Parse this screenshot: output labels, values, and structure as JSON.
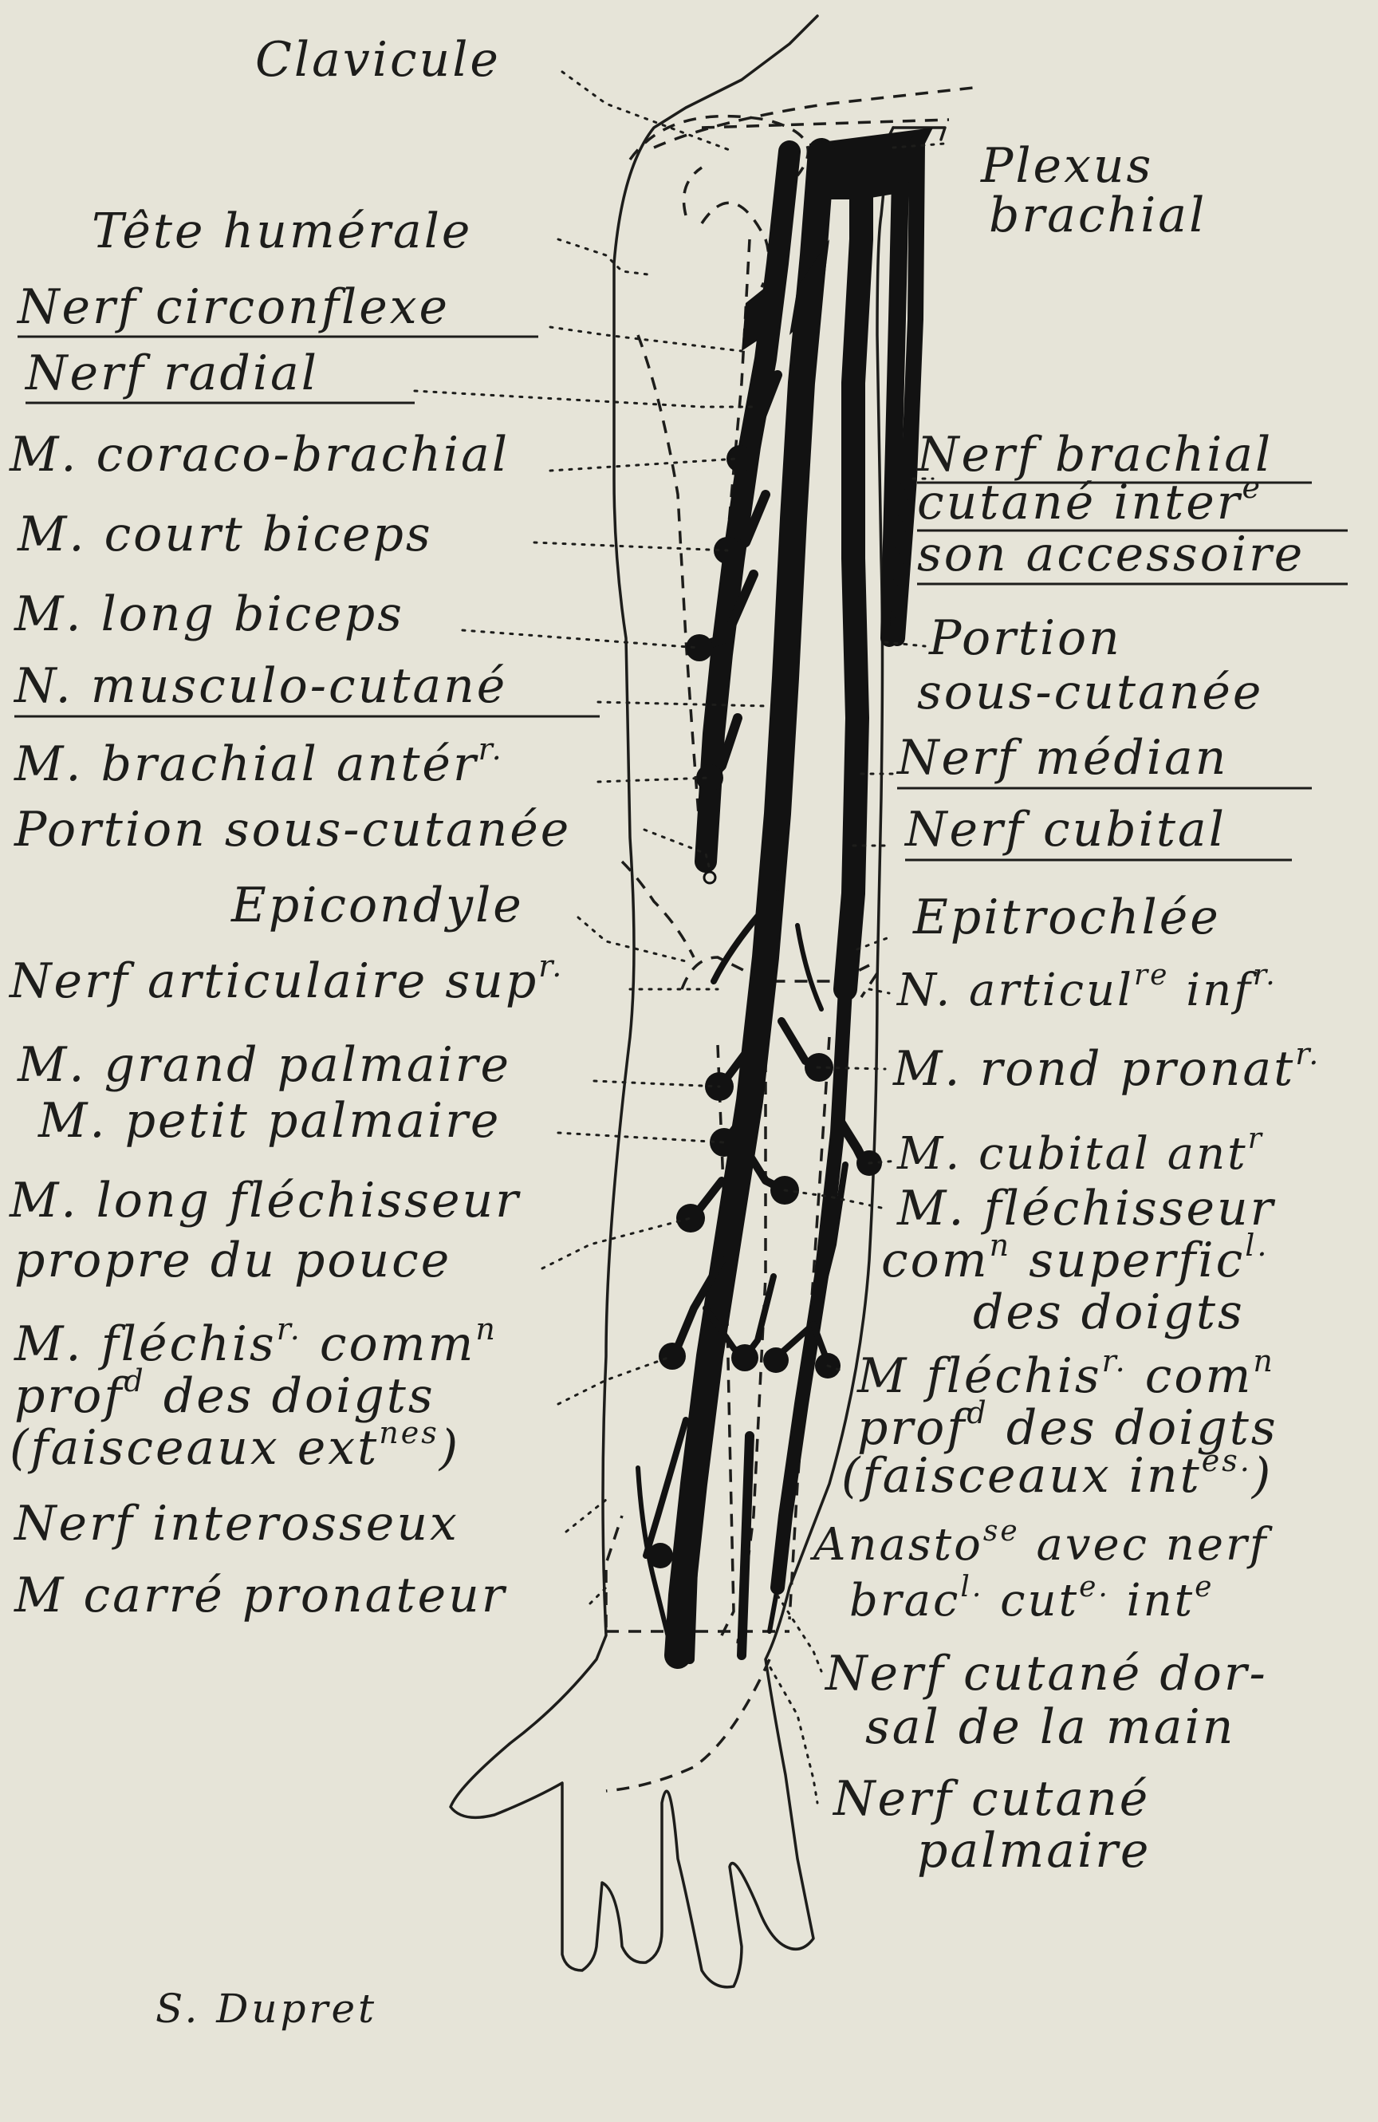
{
  "labels": {
    "clavicule": "Clavicule",
    "plexus_1": "Plexus",
    "plexus_2": "brachial",
    "tete_humerale": "Tête humérale",
    "nerf_circonflexe": "Nerf circonflexe",
    "nerf_radial": "Nerf radial",
    "m_coraco_brachial": "M. coraco-brachial",
    "m_court_biceps": "M. court biceps",
    "m_long_biceps": "M. long biceps",
    "n_musculo_cutane": "N. musculo-cutané",
    "m_brachial_anter": "M. brachial antér",
    "m_brachial_anter_sup": "r.",
    "portion_sous_cutanee_left": "Portion sous-cutanée",
    "epicondyle": "Epicondyle",
    "nerf_articulaire_sup": "Nerf articulaire sup",
    "nerf_articulaire_sup_sup": "r.",
    "m_grand_palmaire": "M. grand palmaire",
    "m_petit_palmaire": "M. petit palmaire",
    "m_long_flechisseur_1": "M. long fléchisseur",
    "m_long_flechisseur_2": "propre du pouce",
    "m_flechis_ext_1": "M. fléchis",
    "m_flechis_ext_1_sup": "r.",
    "m_flechis_ext_1b": "comm",
    "m_flechis_ext_1b_sup": "n",
    "m_flechis_ext_2": "prof",
    "m_flechis_ext_2_sup": "d",
    "m_flechis_ext_2b": "des doigts",
    "m_flechis_ext_3": "(faisceaux ext",
    "m_flechis_ext_3_sup": "nes",
    "m_flechis_ext_3b": ")",
    "nerf_interosseux": "Nerf interosseux",
    "m_carre_pronateur": "M carré pronateur",
    "nerf_brachial_1": "Nerf brachial",
    "nerf_brachial_2": "cutané inter",
    "nerf_brachial_2_sup": "e",
    "nerf_brachial_3": "son accessoire",
    "portion_sous_cutanee_right_1": "Portion",
    "portion_sous_cutanee_right_2": "sous-cutanée",
    "nerf_median": "Nerf médian",
    "nerf_cubital": "Nerf cubital",
    "epitrochlee": "Epitrochlée",
    "n_articul_inf": "N. articul",
    "n_articul_inf_sup": "re",
    "n_articul_inf_b": "inf",
    "n_articul_inf_b_sup": "r.",
    "m_rond_pronat": "M. rond pronat",
    "m_rond_pronat_sup": "r.",
    "m_cubital_ant": "M. cubital ant",
    "m_cubital_ant_sup": "r",
    "m_flechisseur_sup_1": "M. fléchisseur",
    "m_flechisseur_sup_2": "com",
    "m_flechisseur_sup_2_sup": "n",
    "m_flechisseur_sup_2b": "superfic",
    "m_flechisseur_sup_2b_sup": "l.",
    "m_flechisseur_sup_3": "des doigts",
    "m_flechis_int_1": "M fléchis",
    "m_flechis_int_1_sup": "r.",
    "m_flechis_int_1b": "com",
    "m_flechis_int_1b_sup": "n",
    "m_flechis_int_2": "prof",
    "m_flechis_int_2_sup": "d",
    "m_flechis_int_2b": "des doigts",
    "m_flechis_int_3": "(faisceaux int",
    "m_flechis_int_3_sup": "es.",
    "m_flechis_int_3b": ")",
    "anastose_1": "Anasto",
    "anastose_1_sup": "se",
    "anastose_1b": "avec nerf",
    "anastose_2": "brac",
    "anastose_2_sup": "l.",
    "anastose_2b": "cut",
    "anastose_2b_sup": "e.",
    "anastose_2c": "int",
    "anastose_2c_sup": "e",
    "nerf_cutane_dorsal_1": "Nerf cutané dor-",
    "nerf_cutane_dorsal_2": "sal de la main",
    "nerf_cutane_palmaire_1": "Nerf cutané",
    "nerf_cutane_palmaire_2": "palmaire"
  },
  "signature": "S. Dupret",
  "colors": {
    "paper": "#e6e4d8",
    "ink": "#121212"
  }
}
